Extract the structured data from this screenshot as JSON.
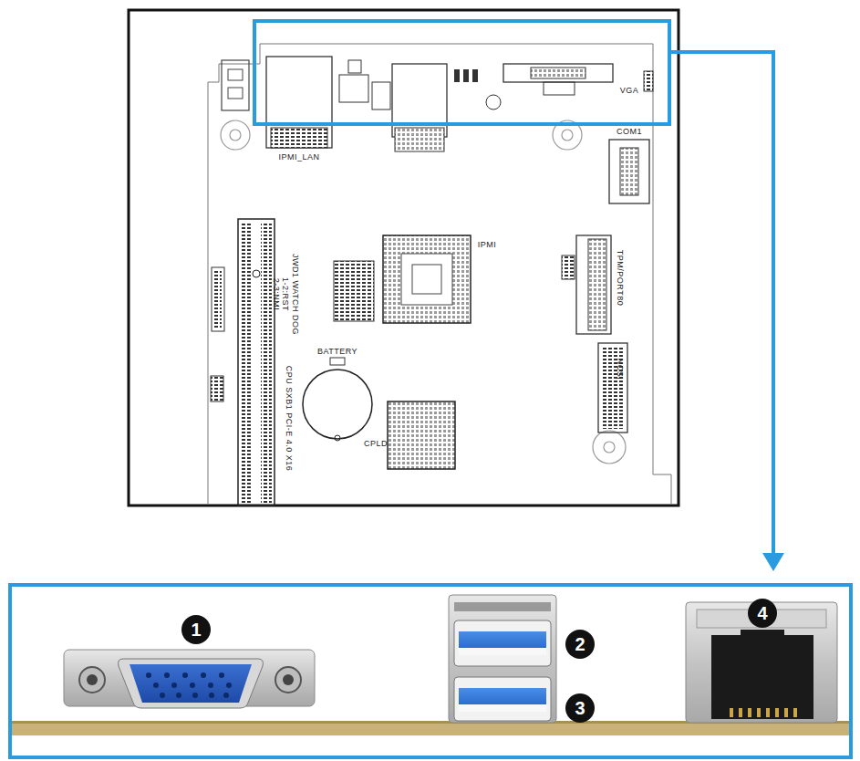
{
  "diagram": {
    "labels": [
      "IPMI_LAN",
      "VGA",
      "COM1",
      "IPMI",
      "TPM/PORT80",
      "NCSI",
      "JWD1 WATCH DOG",
      "1-2:RST",
      "2-3:NMI",
      "BATTERY",
      "CPU SXB1 PCI-E 4.0 X16",
      "CPLD",
      "1",
      "2",
      "3",
      "4"
    ]
  }
}
